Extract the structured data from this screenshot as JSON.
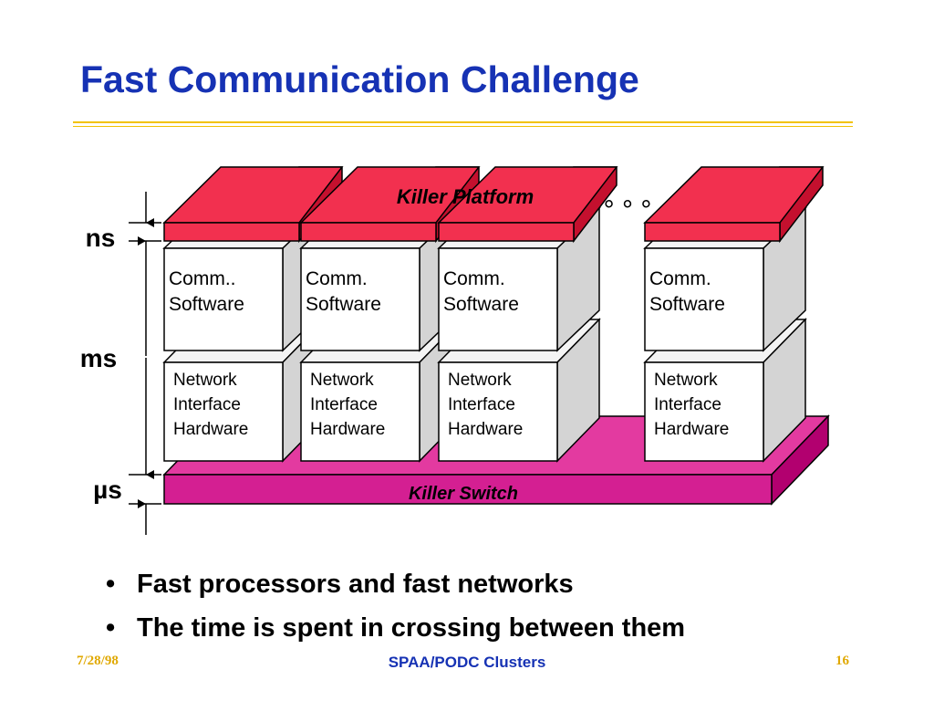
{
  "slide": {
    "title": "Fast Communication Challenge",
    "colors": {
      "title": "#1632b4",
      "rule": "#f2c200",
      "platform": "#f2304f",
      "switch": "#d41f92",
      "footer_side": "#e0a800"
    }
  },
  "diagram": {
    "platform_label": "Killer Platform",
    "switch_label": "Killer Switch",
    "ellipsis": "° ° °",
    "scale_labels": [
      "ns",
      "ms",
      "µs"
    ],
    "nodes": [
      {
        "software": [
          "Comm..",
          "Software"
        ],
        "hardware": [
          "Network",
          "Interface",
          "Hardware"
        ]
      },
      {
        "software": [
          "Comm.",
          "Software"
        ],
        "hardware": [
          "Network",
          "Interface",
          "Hardware"
        ]
      },
      {
        "software": [
          "Comm.",
          "Software"
        ],
        "hardware": [
          "Network",
          "Interface",
          "Hardware"
        ]
      },
      {
        "software": [
          "Comm.",
          "Software"
        ],
        "hardware": [
          "Network",
          "Interface",
          "Hardware"
        ]
      }
    ]
  },
  "bullets": [
    "Fast processors and fast networks",
    "The time is spent in crossing between them"
  ],
  "footer": {
    "date": "7/28/98",
    "center": "SPAA/PODC Clusters",
    "page": "16"
  }
}
